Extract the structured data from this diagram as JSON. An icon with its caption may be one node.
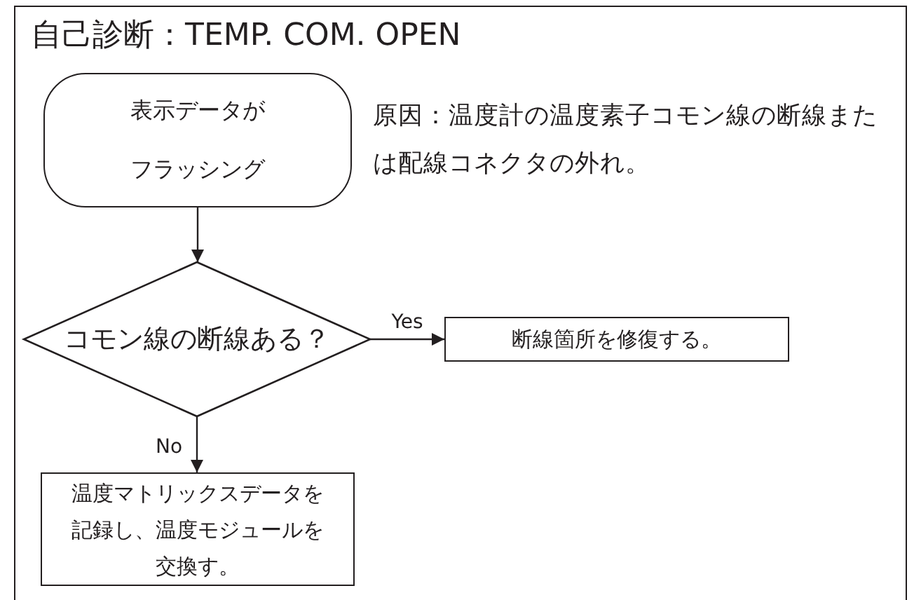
{
  "diagram": {
    "title": "自己診断：TEMP. COM. OPEN",
    "nodes": [
      {
        "text": [
          "表示データがフラッシング"
        ]
      },
      {
        "text": [
          "コモン線の断線ある？"
        ]
      },
      {
        "text": [
          "断線箇所を修復する。"
        ]
      },
      {
        "text": [
          "温度マトリックスデータを記録し、温度モジュールを交換す。"
        ]
      }
    ],
    "edges": [
      {
        "from": 0,
        "to": 1,
        "arrow": "to"
      },
      {
        "from": 1,
        "to": 2,
        "arrow": "to",
        "label": "Yes"
      },
      {
        "from": 1,
        "to": 3,
        "arrow": "to",
        "label": "No"
      }
    ],
    "labels": [
      "原因：温度計の温度素子コモン線の断線または配線コネクタの外れ。"
    ]
  }
}
